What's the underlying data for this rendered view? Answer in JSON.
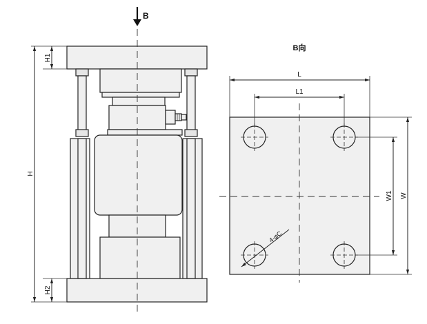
{
  "view_direction_label": "B",
  "view_title": "B向",
  "dimensions": {
    "H": "H",
    "H1": "H1",
    "H2": "H2",
    "L": "L",
    "L1": "L1",
    "W": "W",
    "W1": "W1",
    "hole_callout": "4-φC"
  }
}
